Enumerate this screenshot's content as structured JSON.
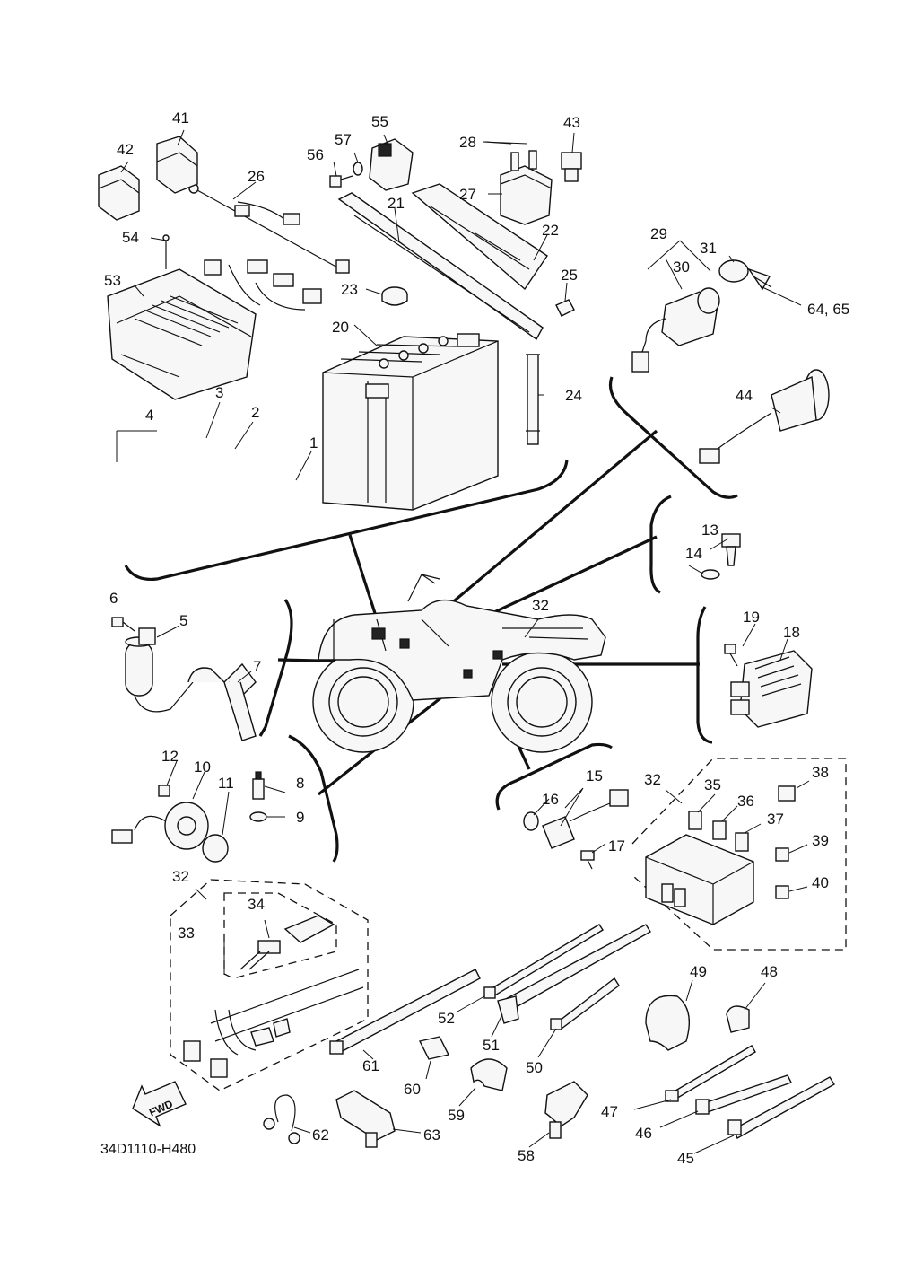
{
  "diagram_code": "34D1110-H480",
  "fwd_arrow_label": "FWD",
  "callouts": {
    "c1": "1",
    "c2": "2",
    "c3": "3",
    "c4": "4",
    "c5": "5",
    "c6": "6",
    "c7": "7",
    "c8": "8",
    "c9": "9",
    "c10": "10",
    "c11": "11",
    "c12": "12",
    "c13": "13",
    "c14": "14",
    "c15": "15",
    "c16": "16",
    "c17": "17",
    "c18": "18",
    "c19": "19",
    "c20": "20",
    "c21": "21",
    "c22": "22",
    "c23": "23",
    "c24": "24",
    "c25": "25",
    "c26": "26",
    "c27": "27",
    "c28": "28",
    "c29": "29",
    "c30": "30",
    "c31": "31",
    "c32a": "32",
    "c32b": "32",
    "c32c": "32",
    "c33": "33",
    "c34": "34",
    "c35": "35",
    "c36": "36",
    "c37": "37",
    "c38": "38",
    "c39": "39",
    "c40": "40",
    "c41": "41",
    "c42": "42",
    "c43": "43",
    "c44": "44",
    "c45": "45",
    "c46": "46",
    "c47": "47",
    "c48": "48",
    "c49": "49",
    "c50": "50",
    "c51": "51",
    "c52": "52",
    "c53": "53",
    "c54": "54",
    "c55": "55",
    "c56": "56",
    "c57": "57",
    "c58": "58",
    "c59": "59",
    "c60": "60",
    "c61": "61",
    "c62": "62",
    "c63": "63",
    "c6465": "64, 65"
  }
}
